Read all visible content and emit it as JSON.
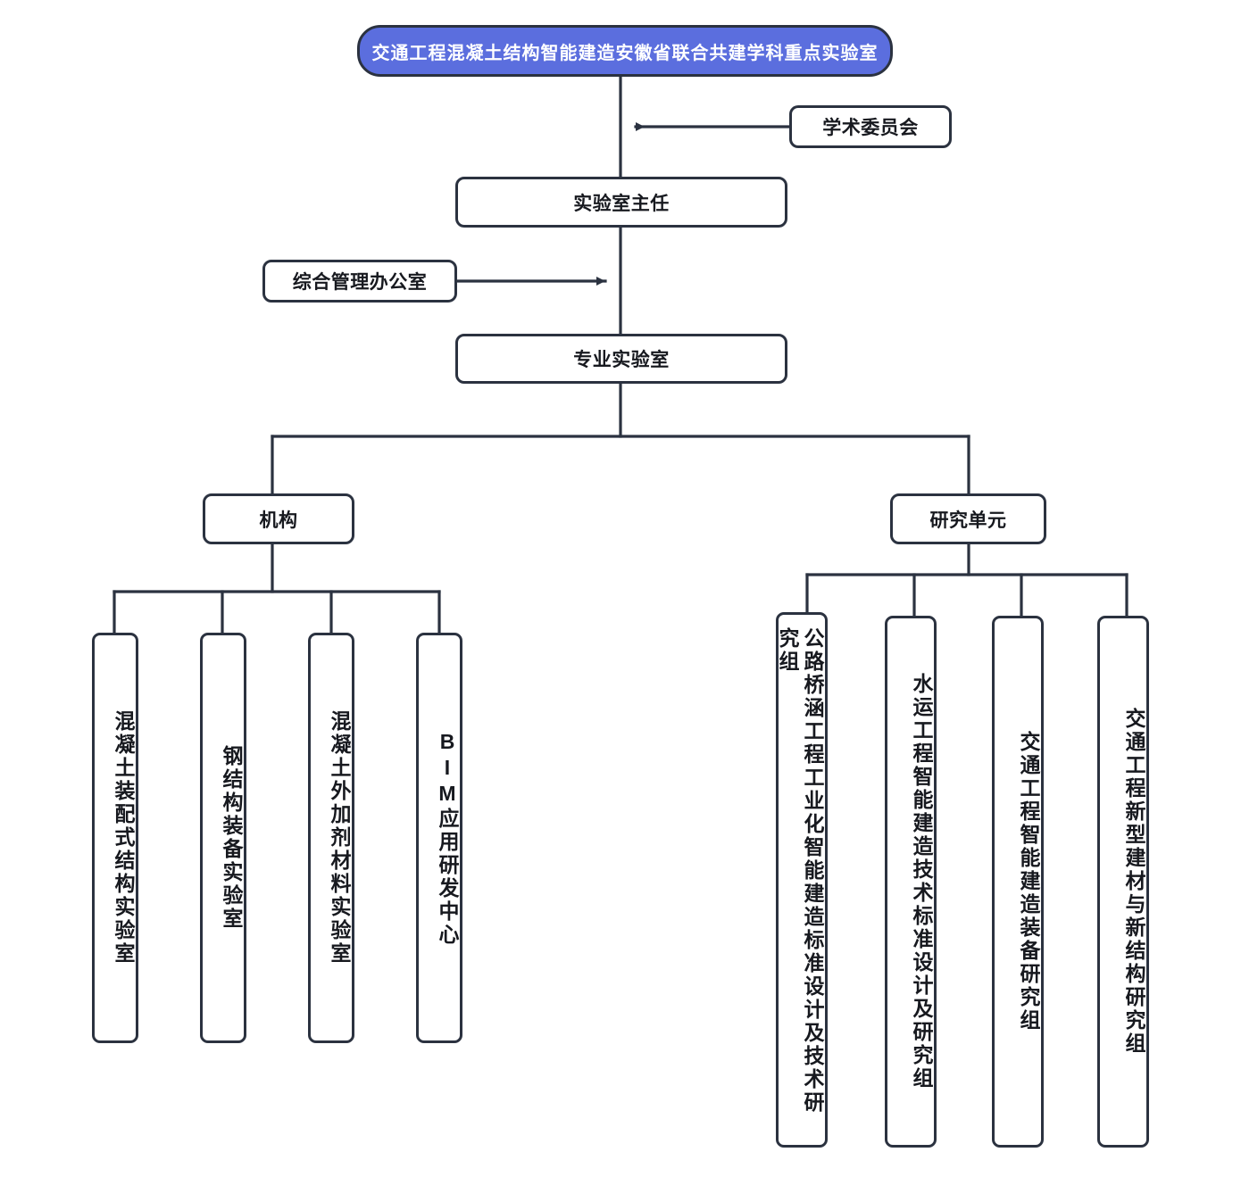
{
  "diagram": {
    "type": "organization-chart",
    "title": "交通工程混凝土结构智能建造安徽省联合共建学科重点实验室",
    "colors": {
      "root_fill": "#5b6ede",
      "root_text": "#ffffff",
      "border": "#2b3240",
      "node_fill": "#ffffff",
      "node_text": "#17191f",
      "background": "#ffffff"
    }
  },
  "nodes": {
    "root": {
      "label": "交通工程混凝土结构智能建造安徽省联合共建学科重点实验室"
    },
    "academic_committee": {
      "label": "学术委员会"
    },
    "lab_director": {
      "label": "实验室主任"
    },
    "admin_office": {
      "label": "综合管理办公室"
    },
    "professional_lab": {
      "label": "专业实验室"
    },
    "institution": {
      "label": "机构"
    },
    "research_unit": {
      "label": "研究单元"
    }
  },
  "institution_children": [
    {
      "label": "混凝土装配式结构实验室"
    },
    {
      "label": "钢结构装备实验室"
    },
    {
      "label": "混凝土外加剂材料实验室"
    },
    {
      "label": "BIM应用研发中心"
    }
  ],
  "research_unit_children": [
    {
      "label": "公路桥涵工程工业化智能建造标准设计及技术研究组"
    },
    {
      "label": "水运工程智能建造技术标准设计及研究组"
    },
    {
      "label": "交通工程智能建造装备研究组"
    },
    {
      "label": "交通工程新型建材与新结构研究组"
    }
  ]
}
